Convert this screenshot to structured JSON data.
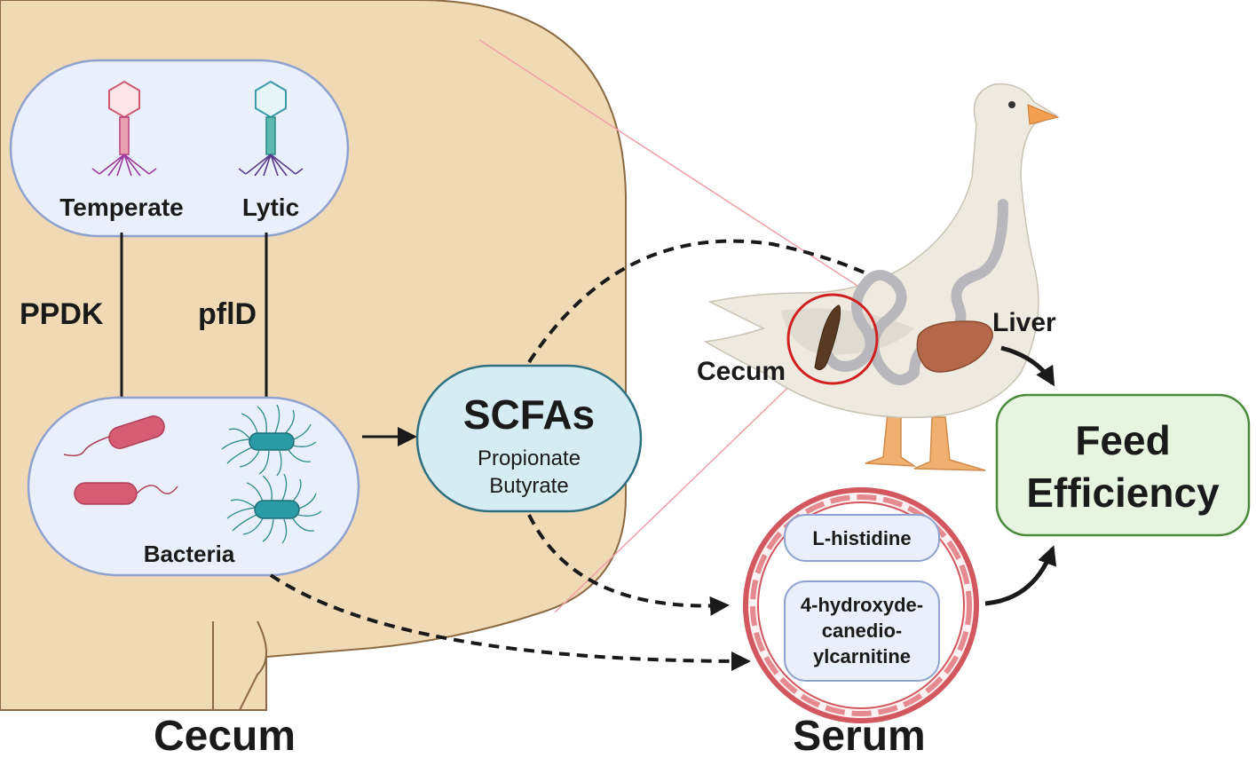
{
  "phages": {
    "temperate": "Temperate",
    "lytic": "Lytic"
  },
  "genes": {
    "left": "PPDK",
    "right": "pflD"
  },
  "bacteria_label": "Bacteria",
  "scfa": {
    "title": "SCFAs",
    "line1": "Propionate",
    "line2": "Butyrate"
  },
  "goose": {
    "cecum_label": "Cecum",
    "liver_label": "Liver"
  },
  "serum": {
    "metabolite1": "L-histidine",
    "metabolite2_line1": "4-hydroxyde-",
    "metabolite2_line2": "canedio-",
    "metabolite2_line3": "ylcarnitine"
  },
  "outcome": {
    "line1": "Feed",
    "line2": "Efficiency"
  },
  "bottom_labels": {
    "cecum": "Cecum",
    "serum": "Serum"
  },
  "colors": {
    "cecum_fill": "#f0d9b5",
    "cecum_stroke": "#8c6a43",
    "panel_fill": "#eaf0fb",
    "panel_stroke": "#8fa2cf",
    "scfa_fill": "#d4ecf2",
    "scfa_stroke": "#2e6f80",
    "outcome_fill": "#e6f4e0",
    "outcome_stroke": "#4b8a3a",
    "vessel": "#d2575f",
    "bacteria_red": "#d65c74",
    "bacteria_teal": "#2a9aa5"
  }
}
